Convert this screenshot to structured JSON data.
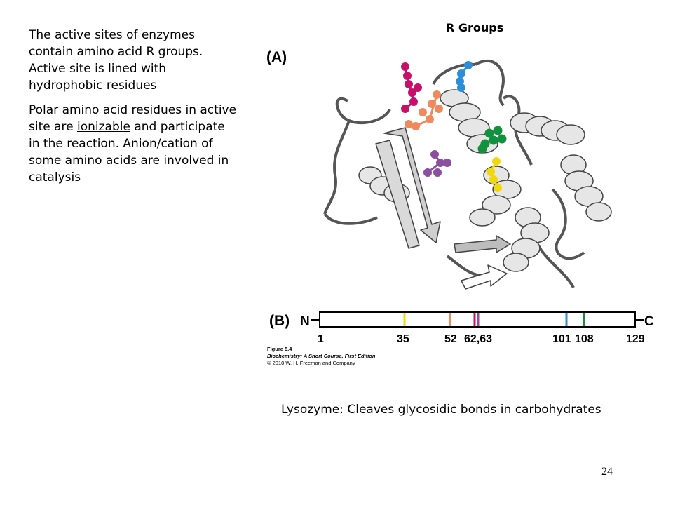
{
  "left_text": {
    "para1": "The active sites of enzymes contain amino acid R groups. Active site is lined with hydrophobic residues",
    "para2_before": "Polar amino acid residues in active site are ",
    "para2_underlined": "ionizable",
    "para2_after": " and participate in the  reaction. Anion/cation of some amino acids are involved in catalysis"
  },
  "figure": {
    "heading": "R Groups",
    "panel_a_label": "(A)",
    "panel_b_label": "(B)",
    "n_terminus": "N",
    "c_terminus": "C",
    "positions": [
      "1",
      "35",
      "52",
      "62,63",
      "101",
      "108",
      "129"
    ],
    "credit_line1": "Figure 5.4",
    "credit_line2": "Biochemistry: A Short Course, First Edition",
    "credit_line3": "© 2010 W. H. Freeman and Company"
  },
  "colors": {
    "magenta": "#c8106a",
    "orange": "#f08a5c",
    "blue": "#2a8fd8",
    "green": "#12913e",
    "purple": "#8a4f9e",
    "yellow": "#f1d80e"
  },
  "caption": "Lysozyme: Cleaves glycosidic bonds in carbohydrates",
  "page_number": "24"
}
